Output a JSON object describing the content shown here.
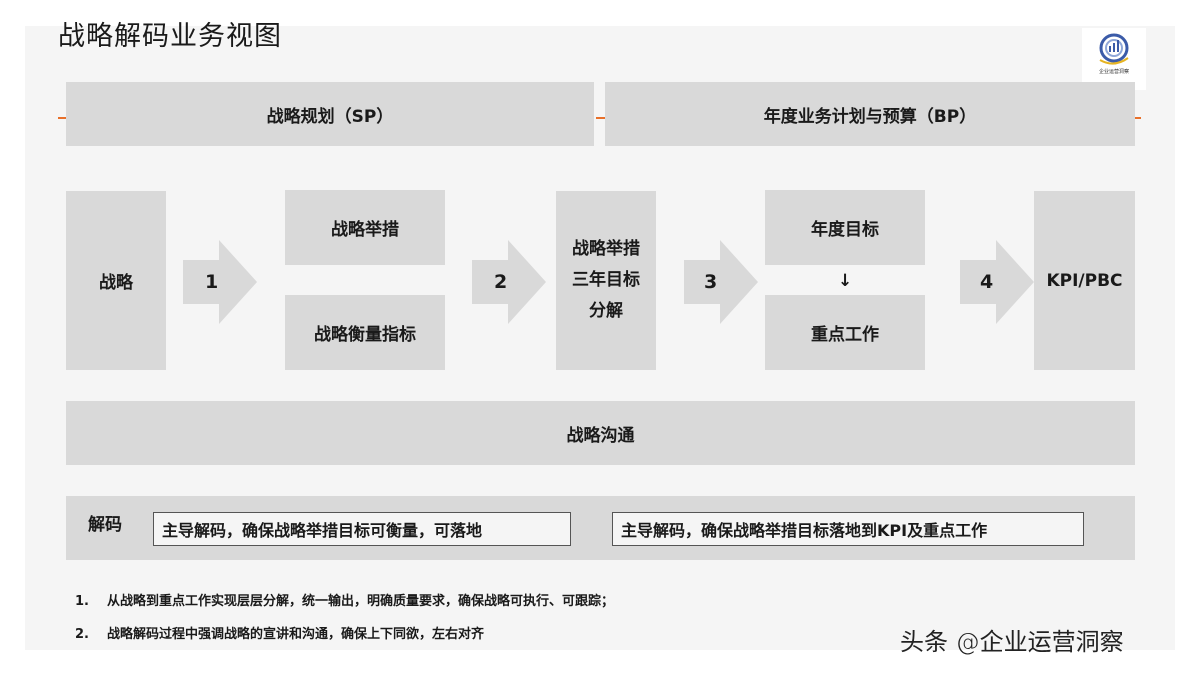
{
  "title": "战略解码业务视图",
  "logo": {
    "icon": "logo-icon",
    "text": "企业运营洞察"
  },
  "phases": {
    "sp": "战略规划（SP）",
    "bp": "年度业务计划与预算（BP）"
  },
  "flow": {
    "strategy": "战略",
    "arrow1": "1",
    "initiatives": "战略举措",
    "metrics": "战略衡量指标",
    "arrow2": "2",
    "breakdown": [
      "战略举措",
      "三年目标",
      "分解"
    ],
    "arrow3": "3",
    "annual_goals": "年度目标",
    "down_arrow": "↓",
    "key_work": "重点工作",
    "arrow4": "4",
    "kpi": "KPI/PBC"
  },
  "communication": "战略沟通",
  "decode": {
    "label": "解码",
    "item1": "主导解码，确保战略举措目标可衡量，可落地",
    "item2": "主导解码，确保战略举措目标落地到KPI及重点工作"
  },
  "notes": [
    {
      "num": "1.",
      "text": "从战略到重点工作实现层层分解，统一输出，明确质量要求，确保战略可执行、可跟踪；"
    },
    {
      "num": "2.",
      "text": "战略解码过程中强调战略的宣讲和沟通，确保上下同欲，左右对齐"
    }
  ],
  "watermark": "头条 @企业运营洞察",
  "colors": {
    "box": "#d9d9d9",
    "background": "#f5f5f5",
    "accent": "#e8702a"
  }
}
